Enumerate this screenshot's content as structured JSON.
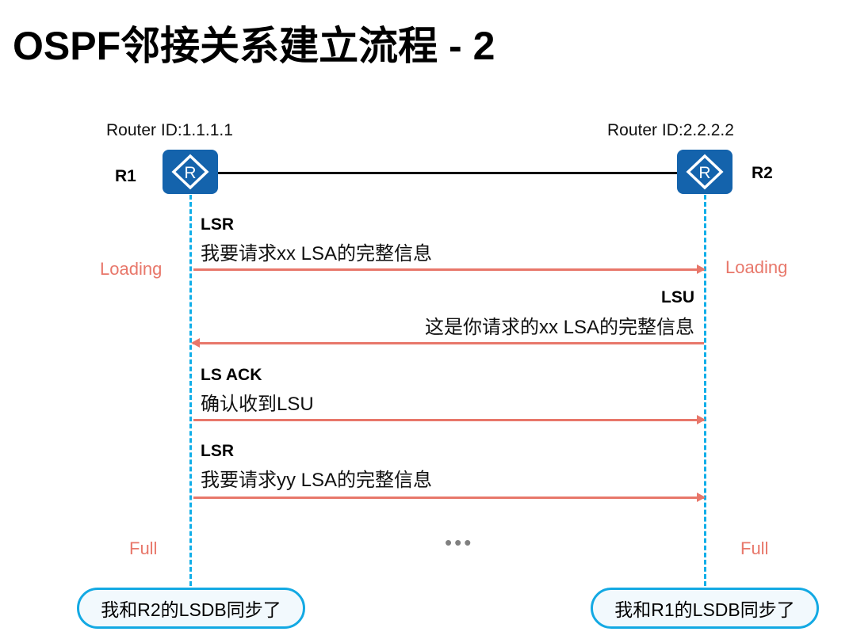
{
  "title": "OSPF邻接关系建立流程 - 2",
  "routers": [
    {
      "name": "R1",
      "router_id_label": "Router ID:1.1.1.1",
      "icon": "router-icon",
      "state_loading": "Loading",
      "state_full": "Full",
      "status_bubble": "我和R2的LSDB同步了"
    },
    {
      "name": "R2",
      "router_id_label": "Router ID:2.2.2.2",
      "icon": "router-icon",
      "state_loading": "Loading",
      "state_full": "Full",
      "status_bubble": "我和R1的LSDB同步了"
    }
  ],
  "messages": [
    {
      "type": "LSR",
      "text": "我要请求xx LSA的完整信息",
      "direction": "R1->R2"
    },
    {
      "type": "LSU",
      "text": "这是你请求的xx LSA的完整信息",
      "direction": "R2->R1"
    },
    {
      "type": "LS ACK",
      "text": "确认收到LSU",
      "direction": "R1->R2"
    },
    {
      "type": "LSR",
      "text": "我要请求yy LSA的完整信息",
      "direction": "R1->R2"
    }
  ],
  "ellipsis": "•••",
  "colors": {
    "router_fill": "#1463ac",
    "lifeline": "#10aee8",
    "arrow": "#e8776a",
    "state_text": "#e8776a",
    "bubble_border": "#13a9e3"
  }
}
